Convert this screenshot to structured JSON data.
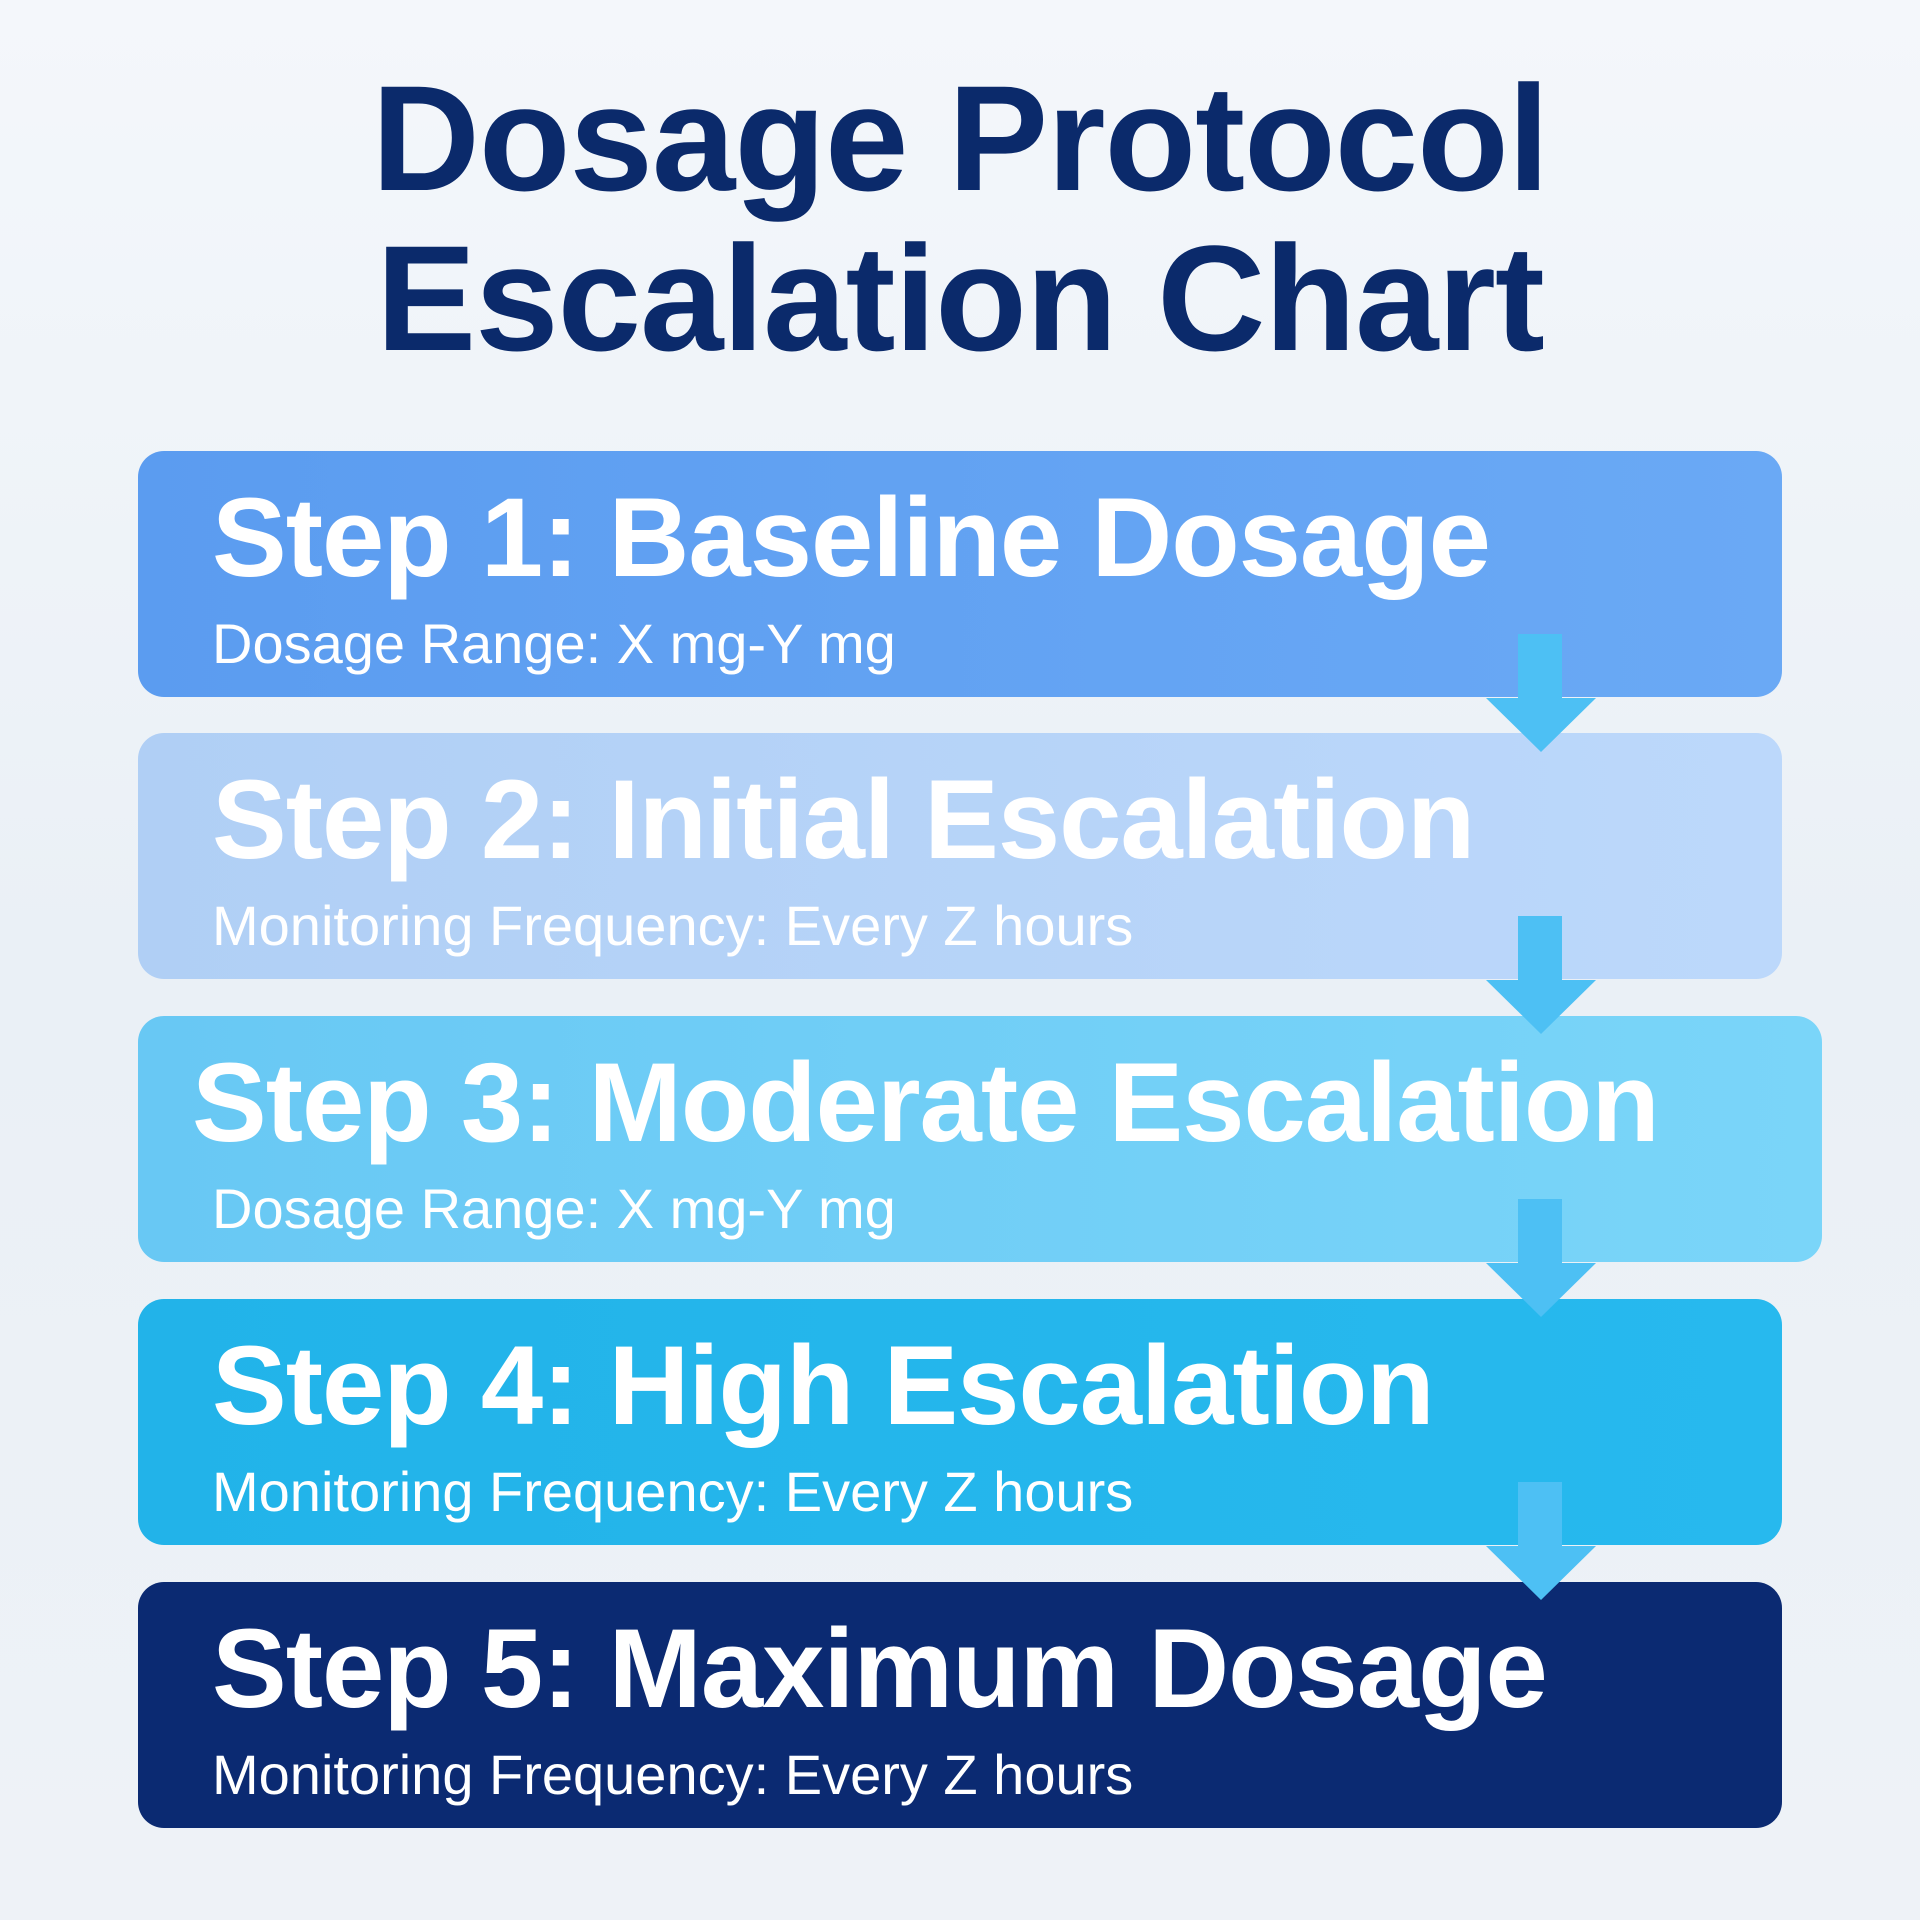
{
  "title": {
    "line1": "Dosage Protocol",
    "line2": "Escalation Chart",
    "color": "#0b2a6b"
  },
  "steps": [
    {
      "label": "Step 1: Baseline Dosage",
      "detail": "Dosage Range: X mg-Y mg",
      "color": "#62a3f3"
    },
    {
      "label": "Step 2: Initial Escalation",
      "detail": "Monitoring Frequency: Every Z hours",
      "color": "#b7d4f8"
    },
    {
      "label": "Step 3: Moderate Escalation",
      "detail": "Dosage Range: X mg-Y mg",
      "color": "#72d0f7"
    },
    {
      "label": "Step 4: High Escalation",
      "detail": "Monitoring Frequency: Every Z hours",
      "color": "#24b6ec"
    },
    {
      "label": "Step 5: Maximum Dosage",
      "detail": "Monitoring Frequency: Every Z hours",
      "color": "#0b2a72"
    }
  ],
  "connectors": {
    "icon": "arrow-down-icon",
    "color": "#4dc0f4",
    "count": 4
  }
}
